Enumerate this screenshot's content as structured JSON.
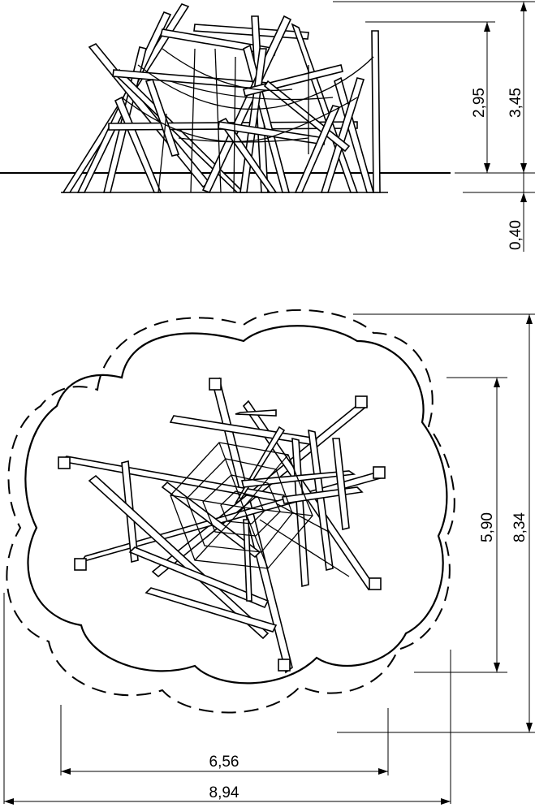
{
  "elevation_view": {
    "dimensions": {
      "height_upper": "2,95",
      "height_total": "3,45",
      "depth_below_ground": "0,40"
    }
  },
  "plan_view": {
    "dimensions": {
      "structure_width": "6,56",
      "safety_area_width": "8,94",
      "structure_depth": "5,90",
      "safety_area_depth": "8,34"
    }
  }
}
